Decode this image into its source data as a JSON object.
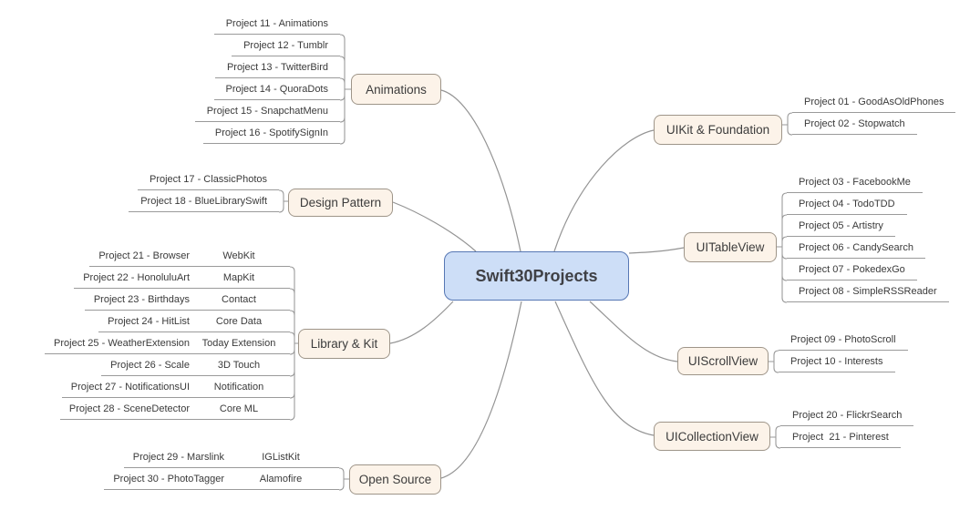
{
  "central": {
    "label": "Swift30Projects"
  },
  "branches": {
    "animations": {
      "label": "Animations",
      "items": [
        {
          "label": "Project 11 - Animations"
        },
        {
          "label": "Project 12 - Tumblr"
        },
        {
          "label": "Project 13 - TwitterBird"
        },
        {
          "label": "Project 14 - QuoraDots"
        },
        {
          "label": "Project 15 - SnapchatMenu"
        },
        {
          "label": "Project 16 - SpotifySignIn"
        }
      ]
    },
    "design_pattern": {
      "label": "Design Pattern",
      "items": [
        {
          "label": "Project 17 - ClassicPhotos"
        },
        {
          "label": "Project 18 - BlueLibrarySwift"
        }
      ]
    },
    "library_kit": {
      "label": "Library & Kit",
      "items": [
        {
          "label": "Project 21 - Browser",
          "tag": "WebKit"
        },
        {
          "label": "Project 22 - HonoluluArt",
          "tag": "MapKit"
        },
        {
          "label": "Project 23 - Birthdays",
          "tag": "Contact"
        },
        {
          "label": "Project 24 - HitList",
          "tag": "Core Data"
        },
        {
          "label": "Project 25 - WeatherExtension",
          "tag": "Today Extension"
        },
        {
          "label": "Project 26 - Scale",
          "tag": "3D Touch"
        },
        {
          "label": "Project 27 - NotificationsUI",
          "tag": "Notification"
        },
        {
          "label": "Project 28 - SceneDetector",
          "tag": "Core ML"
        }
      ]
    },
    "open_source": {
      "label": "Open Source",
      "items": [
        {
          "label": "Project 29 - Marslink",
          "tag": "IGListKit"
        },
        {
          "label": "Project 30 - PhotoTagger",
          "tag": "Alamofire"
        }
      ]
    },
    "uikit_foundation": {
      "label": "UIKit & Foundation",
      "items": [
        {
          "label": "Project 01 - GoodAsOldPhones"
        },
        {
          "label": "Project 02 - Stopwatch"
        }
      ]
    },
    "uitableview": {
      "label": "UITableView",
      "items": [
        {
          "label": "Project 03 - FacebookMe"
        },
        {
          "label": "Project 04 - TodoTDD"
        },
        {
          "label": "Project 05 - Artistry"
        },
        {
          "label": "Project 06 - CandySearch"
        },
        {
          "label": "Project 07 - PokedexGo"
        },
        {
          "label": "Project 08 - SimpleRSSReader"
        }
      ]
    },
    "uiscrollview": {
      "label": "UIScrollView",
      "items": [
        {
          "label": "Project 09 - PhotoScroll"
        },
        {
          "label": "Project 10 - Interests"
        }
      ]
    },
    "uicollectionview": {
      "label": "UICollectionView",
      "items": [
        {
          "label": "Project 20 - FlickrSearch"
        },
        {
          "label": "Project  21 - Pinterest"
        }
      ]
    }
  },
  "colors": {
    "central_fill": "#cddef7",
    "central_border": "#5677b4",
    "branch_fill": "#fcf3e9",
    "branch_border": "#9e9589",
    "line": "#949494",
    "text": "#3a3a3a"
  }
}
